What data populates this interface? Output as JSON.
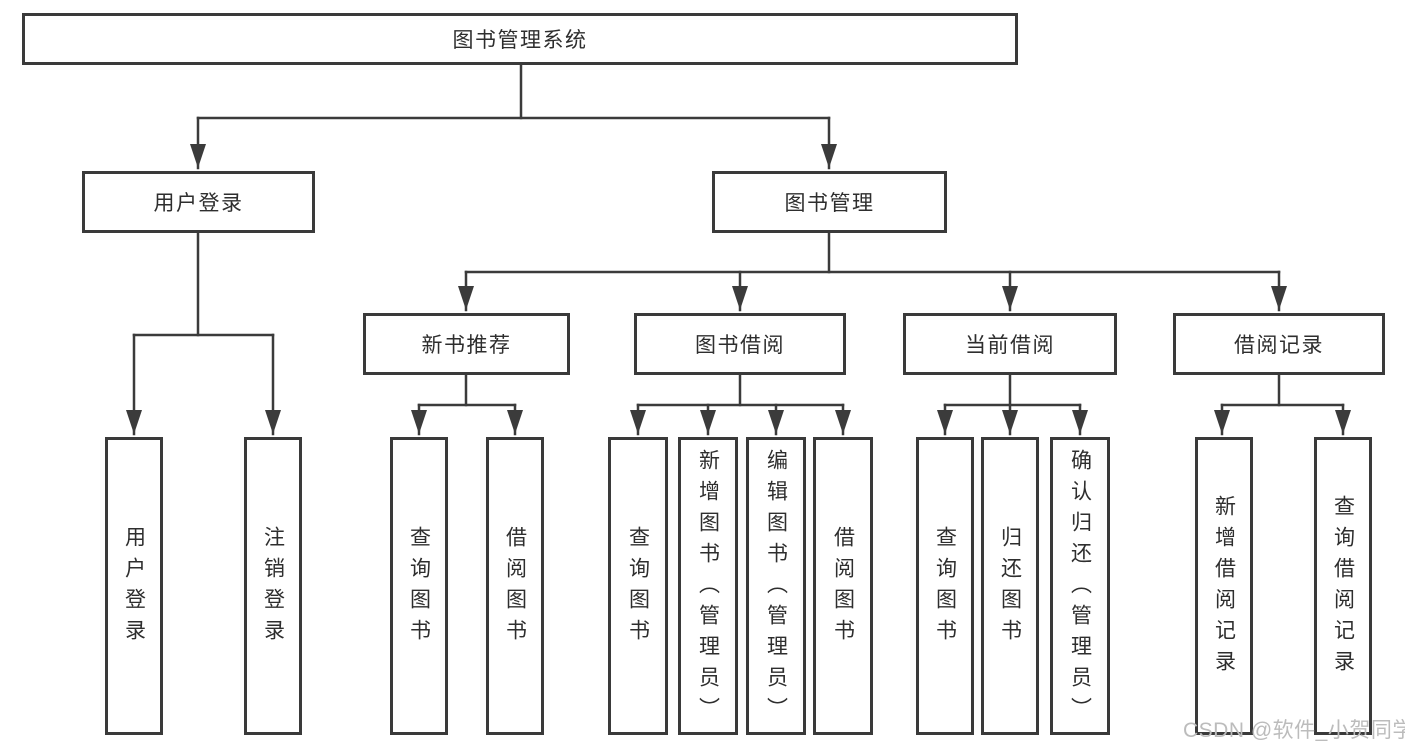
{
  "tree": {
    "root_label": "图书管理系统",
    "level2": [
      {
        "label": "用户登录",
        "children": [
          {
            "label": "用户登录"
          },
          {
            "label": "注销登录"
          }
        ]
      },
      {
        "label": "图书管理",
        "children": [
          {
            "label": "新书推荐",
            "children": [
              {
                "label": "查询图书"
              },
              {
                "label": "借阅图书"
              }
            ]
          },
          {
            "label": "图书借阅",
            "children": [
              {
                "label": "查询图书"
              },
              {
                "label": "新增图书（管理员）"
              },
              {
                "label": "编辑图书（管理员）"
              },
              {
                "label": "借阅图书"
              }
            ]
          },
          {
            "label": "当前借阅",
            "children": [
              {
                "label": "查询图书"
              },
              {
                "label": "归还图书"
              },
              {
                "label": "确认归还（管理员）"
              }
            ]
          },
          {
            "label": "借阅记录",
            "children": [
              {
                "label": "新增借阅记录"
              },
              {
                "label": "查询借阅记录"
              }
            ]
          }
        ]
      }
    ]
  },
  "watermark": {
    "text": "CSDN @软件_小贺同学"
  },
  "colors": {
    "line": "#3b3b3b",
    "box_border": "#3a3a3a",
    "text": "#2e2e2e",
    "watermark": "#bcbcbc",
    "background": "#ffffff"
  }
}
